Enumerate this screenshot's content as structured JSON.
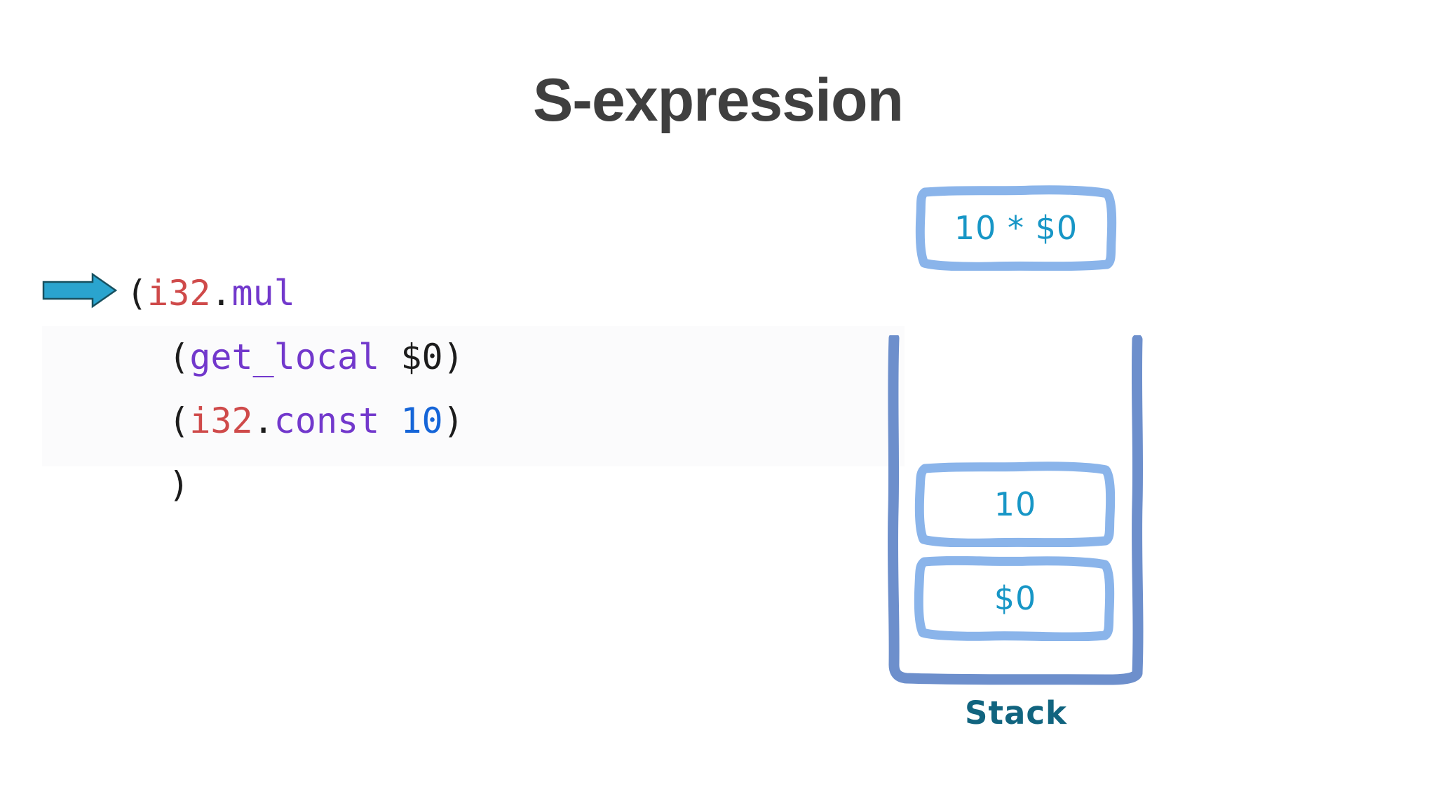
{
  "slide": {
    "title": "S-expression",
    "title_color": "#3f3f3f",
    "background": "#ffffff"
  },
  "code": {
    "language": "wat",
    "pointer_line_index": 0,
    "lines": [
      {
        "indent": 0,
        "tokens": [
          {
            "text": "(",
            "kind": "paren"
          },
          {
            "text": "i32",
            "kind": "type"
          },
          {
            "text": ".",
            "kind": "dot"
          },
          {
            "text": "mul",
            "kind": "op"
          }
        ]
      },
      {
        "indent": 1,
        "tokens": [
          {
            "text": "(",
            "kind": "paren"
          },
          {
            "text": "get_local",
            "kind": "op"
          },
          {
            "text": " ",
            "kind": "space"
          },
          {
            "text": "$0",
            "kind": "var"
          },
          {
            "text": ")",
            "kind": "paren"
          }
        ]
      },
      {
        "indent": 1,
        "tokens": [
          {
            "text": "(",
            "kind": "paren"
          },
          {
            "text": "i32",
            "kind": "type"
          },
          {
            "text": ".",
            "kind": "dot"
          },
          {
            "text": "const",
            "kind": "op"
          },
          {
            "text": " ",
            "kind": "space"
          },
          {
            "text": "10",
            "kind": "num"
          },
          {
            "text": ")",
            "kind": "paren"
          }
        ]
      },
      {
        "indent": 1,
        "tokens": [
          {
            "text": ")",
            "kind": "paren"
          }
        ]
      }
    ],
    "token_colors": {
      "paren": "#1c1c1c",
      "type": "#cf4a4a",
      "dot": "#1c1c1c",
      "op": "#7238cc",
      "var": "#1c1c1c",
      "num": "#1565d8"
    },
    "block_background": "#fbfbfc"
  },
  "pointer": {
    "icon": "right-arrow-icon",
    "fill": "#2aa4ce",
    "stroke": "#17505f",
    "points_to_line": "(i32.mul"
  },
  "diagram": {
    "result_box": {
      "label": "10 * $0",
      "border_color": "#8ab4ea",
      "text_color": "#1796c6",
      "fill": "#ffffff"
    },
    "stack": {
      "caption": "Stack",
      "caption_color": "#11647f",
      "wall_color": "#6d8fcc",
      "capacity_visible": 4,
      "cells": [
        {
          "label": "10",
          "position_from_top": 0,
          "border_color": "#8ab4ea",
          "text_color": "#1796c6"
        },
        {
          "label": "$0",
          "position_from_top": 1,
          "border_color": "#8ab4ea",
          "text_color": "#1796c6"
        }
      ]
    }
  }
}
